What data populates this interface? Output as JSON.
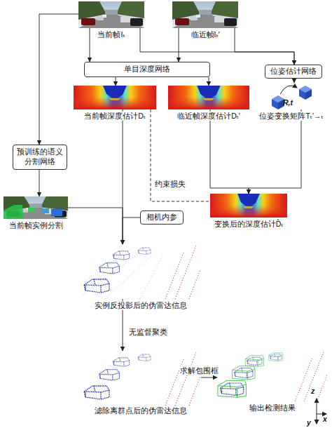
{
  "diagram": {
    "nodes": [
      {
        "text": [
          "当前帧Iₜ"
        ]
      },
      {
        "text": [
          "临近帧Iₜ′"
        ]
      },
      {
        "text": [
          "单目深度网络"
        ]
      },
      {
        "text": [
          "位姿估计网络"
        ]
      },
      {
        "text": [
          "当前帧深度估计Dₜ"
        ]
      },
      {
        "text": [
          "临近帧深度估计Dₜ′"
        ]
      },
      {
        "text": [
          "位姿变换矩阵Tₜ′→ₜ"
        ]
      },
      {
        "text": [
          "预训练的语义分割网络"
        ]
      },
      {
        "text": [
          "变换后的深度估计D̂ₜ"
        ]
      },
      {
        "text": [
          "当前帧实例分割"
        ]
      },
      {
        "text": [
          "相机内参"
        ]
      },
      {
        "text": [
          "实例反投影后的伪雷达信息"
        ]
      },
      {
        "text": [
          "滤除离群点后的伪雷达信息"
        ]
      },
      {
        "text": [
          "输出检测结果"
        ]
      }
    ],
    "edges": [
      {
        "from": 0,
        "to": 2,
        "arrow": "to"
      },
      {
        "from": 1,
        "to": 2,
        "arrow": "to"
      },
      {
        "from": 0,
        "to": 3,
        "arrow": "to"
      },
      {
        "from": 1,
        "to": 3,
        "arrow": "to"
      },
      {
        "from": 0,
        "to": 7,
        "arrow": "to"
      },
      {
        "from": 2,
        "to": 4,
        "arrow": "to"
      },
      {
        "from": 2,
        "to": 5,
        "arrow": "to"
      },
      {
        "from": 3,
        "to": 6,
        "arrow": "to"
      },
      {
        "from": 5,
        "to": 8,
        "arrow": "to"
      },
      {
        "from": 6,
        "to": 8,
        "arrow": "to"
      },
      {
        "from": 4,
        "to": 8,
        "arrow": "none",
        "label": "约束损失"
      },
      {
        "from": 7,
        "to": 9,
        "arrow": "to"
      },
      {
        "from": 9,
        "to": 11,
        "arrow": "to"
      },
      {
        "from": 4,
        "to": 11,
        "arrow": "to"
      },
      {
        "from": 10,
        "to": 11,
        "arrow": "to"
      },
      {
        "from": 11,
        "to": 12,
        "arrow": "to",
        "label": "无监督聚类"
      },
      {
        "from": 12,
        "to": 13,
        "arrow": "to",
        "label": "求解包围框"
      }
    ],
    "labels": [
      "R,t",
      "z",
      "y",
      "x"
    ]
  }
}
